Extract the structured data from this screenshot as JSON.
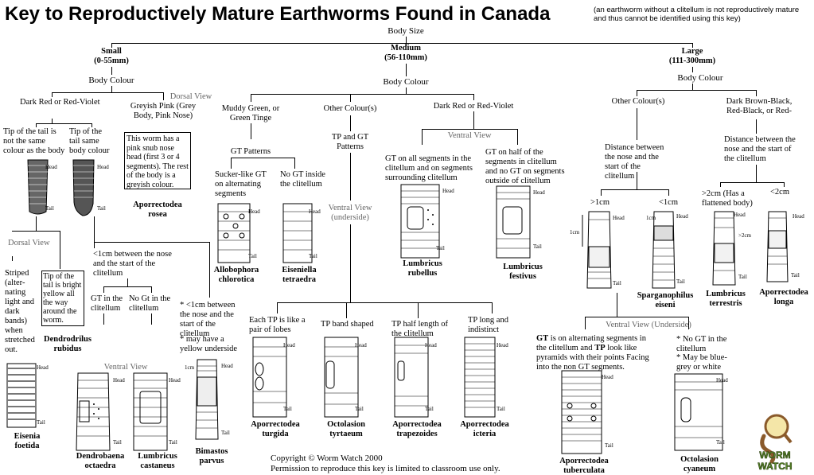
{
  "title": "Key to Reproductively Mature Earthworms Found in Canada",
  "subtitle": "(an earthworm without a clitellum is not reproductively mature and thus cannot be identified using this key)",
  "root": "Body Size",
  "sizes": {
    "small": {
      "name": "Small",
      "range": "(0-55mm)",
      "colour_label": "Body Colour"
    },
    "medium": {
      "name": "Medium",
      "range": "(56-110mm)",
      "colour_label": "Body Colour"
    },
    "large": {
      "name": "Large",
      "range": "(111-300mm)",
      "colour_label": "Body Colour"
    }
  },
  "small": {
    "dark_red": "Dark Red or Red-Violet",
    "dorsal_view": "Dorsal View",
    "greyish_pink": "Greyish Pink (Grey Body, Pink Nose)",
    "rosea_desc": "This worm has a pink snub nose head (first 3 or 4 segments). The rest of the body is a greyish colour.",
    "rosea_name": "Aporrectodea rosea",
    "tail_not_same": "Tip of the tail is not the same colour as the body",
    "tail_same": "Tip of the tail same body colour",
    "dorsal_view2": "Dorsal View",
    "striped": "Striped (alter-nating light and dark bands) when stretched out.",
    "tip_yellow": "Tip of the tail is bright yellow all the way around the worm.",
    "rubidus_name": "Dendrodrilus rubidus",
    "foetida_name": "Eisenia foetida",
    "lt1cm": "<1cm between the nose and the start of the clitellum",
    "gt_in": "GT in the clitellum",
    "no_gt_in": "No Gt in the clitellum",
    "ventral_view": "Ventral View",
    "octaedra_name": "Dendrobaena octaedra",
    "castaneus_name": "Lumbricus castaneus",
    "lt1cm_star": "* <1cm between the nose and the start of the clitellum",
    "yellow_under": "* may have a yellow underside",
    "parvus_name": "Bimastos parvus"
  },
  "medium": {
    "muddy_green": "Muddy Green, or Green Tinge",
    "other_colours": "Other Colour(s)",
    "dark_red": "Dark Red or Red-Violet",
    "gt_patterns": "GT Patterns",
    "sucker_gt": "Sucker-like GT on alternating segments",
    "no_gt_inside": "No GT inside the clitellum",
    "chlorotica_name": "Allobophora chlorotica",
    "tetraedra_name": "Eiseniella tetraedra",
    "tp_gt_patterns": "TP and GT Patterns",
    "ventral_under": "Ventral View (underside)",
    "ventral_view": "Ventral View",
    "gt_all": "GT on all segments in the clitellum and on segments surrounding clitellum",
    "gt_half": "GT on half of the segments in clitellum and no GT on segments outside of clitellum",
    "rubellus_name": "Lumbricus rubellus",
    "festivus_name": "Lumbricus festivus",
    "tp_lobes": "Each TP is like a pair of lobes",
    "tp_band": "TP band shaped",
    "tp_half": "TP half length of the clitellum",
    "tp_long": "TP long and indistinct",
    "turgida_name": "Aporrectodea turgida",
    "tyrtaeum_name": "Octolasion tyrtaeum",
    "trapezoides_name": "Aporrectodea trapezoides",
    "icteria_name": "Aporrectodea icteria"
  },
  "large": {
    "other_colours": "Other Colour(s)",
    "dark_brown": "Dark Brown-Black, Red-Black, or Red-",
    "distance1": "Distance between the nose and the start of the clitellum",
    "distance2": "Distance between the nose and the start of the clitellum",
    "gt1cm": ">1cm",
    "lt1cm": "<1cm",
    "gt2cm": ">2cm (Has a flattened body)",
    "lt2cm": "<2cm",
    "eiseni_name": "Sparganophilus eiseni",
    "terrestris_name": "Lumbricus terrestris",
    "longa_name": "Aporrectodea longa",
    "ventral_under": "Ventral View (Underside)",
    "gt_pyramids_1": "GT",
    "gt_pyramids_2": "is on alternating segments in the clitellum and",
    "gt_pyramids_3": "TP",
    "gt_pyramids_4": "look like pyramids with their points Facing into the non GT segments.",
    "no_gt": "* No GT in the clitellum",
    "bluegrey": "* May be blue-grey or white",
    "tuberculata_name": "Aporrectodea tuberculata",
    "cyaneum_name": "Octolasion cyaneum"
  },
  "worm_labels": {
    "head": "Head",
    "tail": "Tail",
    "one_cm": "1cm",
    "two_cm": ">2cm"
  },
  "copyright_1": "Copyright © Worm Watch 2000",
  "copyright_2": "Permission to reproduce this key is limited to classroom use only.",
  "logo_text": "WORM WATCH",
  "colors": {
    "line": "#000000",
    "gray_text": "#666666",
    "dark_worm": "#555555",
    "logo_green": "#5a8a2a",
    "logo_brown": "#8a5a2b"
  }
}
